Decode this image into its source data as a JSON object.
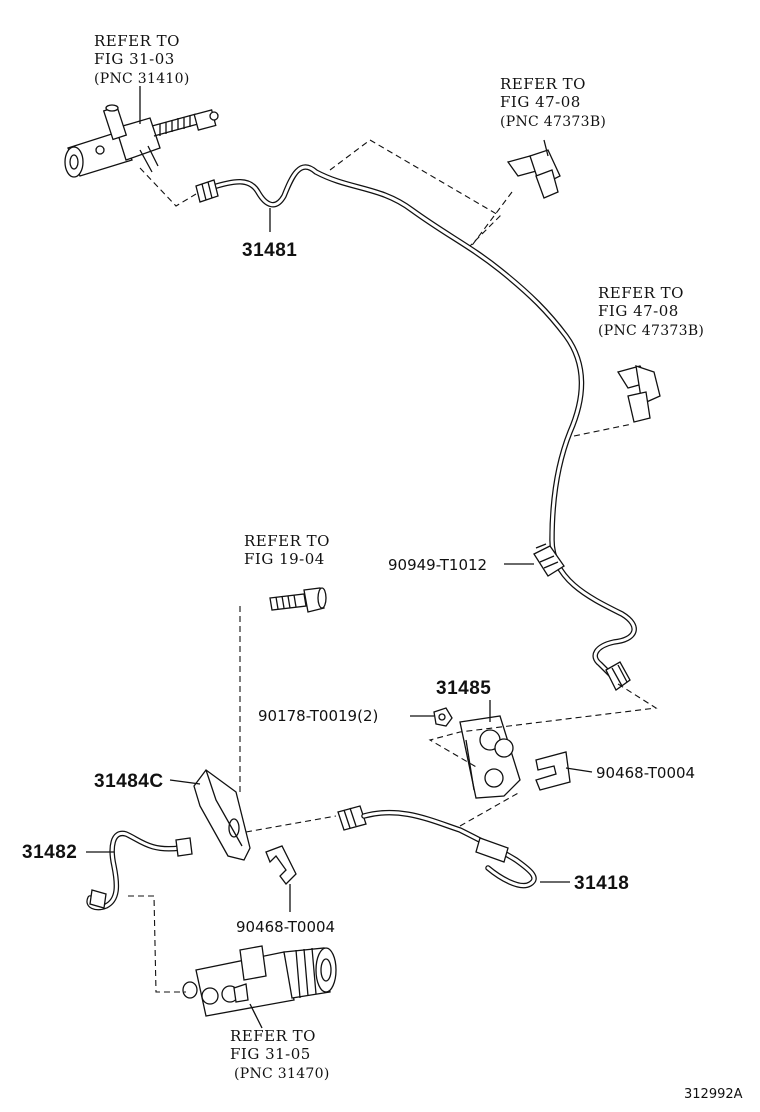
{
  "refs": {
    "master_cylinder": {
      "line1": "REFER TO",
      "line2": "FIG 31-03",
      "line3": "(PNC 31410)"
    },
    "clamp_upper": {
      "line1": "REFER TO",
      "line2": "FIG 47-08",
      "line3": "(PNC 47373B)"
    },
    "clamp_lower": {
      "line1": "REFER TO",
      "line2": "FIG 47-08",
      "line3": "(PNC 47373B)"
    },
    "bolt": {
      "line1": "REFER TO",
      "line2": "FIG 19-04"
    },
    "release_cylinder": {
      "line1": "REFER TO",
      "line2": "FIG 31-05",
      "line3": "(PNC 31470)"
    }
  },
  "parts": {
    "p31481": "31481",
    "p90949": "90949-T1012",
    "p31485": "31485",
    "p90178": "90178-T0019(2)",
    "p90468_right": "90468-T0004",
    "p31484c": "31484C",
    "p31482": "31482",
    "p90468_bottom": "90468-T0004",
    "p31418": "31418"
  },
  "figure_code": "312992A"
}
